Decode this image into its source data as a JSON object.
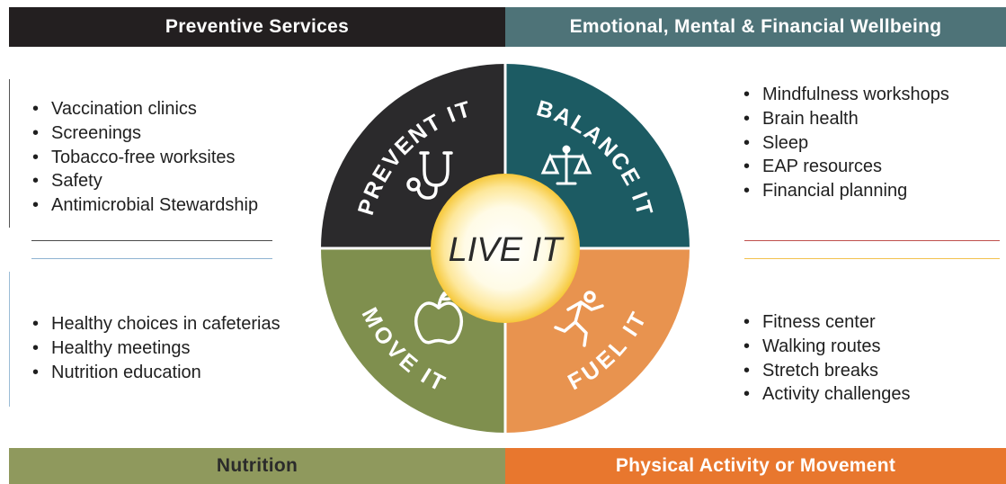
{
  "banners": {
    "preventive": "Preventive Services",
    "emotional": "Emotional, Mental & Financial Wellbeing",
    "nutrition": "Nutrition",
    "physical": "Physical Activity or Movement"
  },
  "wheel": {
    "center": "LIVE IT",
    "quadrants": [
      {
        "label": "PREVENT IT",
        "icon": "stethoscope-icon",
        "color": "#2b2a2c"
      },
      {
        "label": "BALANCE IT",
        "icon": "scales-icon",
        "color": "#1c5b63"
      },
      {
        "label": "FUEL IT",
        "icon": "apple-icon",
        "color": "#7f8f4e"
      },
      {
        "label": "MOVE IT",
        "icon": "runner-icon",
        "color": "#e8934f"
      }
    ]
  },
  "lists": {
    "preventive": [
      "Vaccination clinics",
      "Screenings",
      "Tobacco-free worksites",
      "Safety",
      "Antimicrobial Stewardship"
    ],
    "emotional": [
      "Mindfulness workshops",
      "Brain health",
      "Sleep",
      "EAP resources",
      "Financial planning"
    ],
    "nutrition": [
      "Healthy choices in cafeterias",
      "Healthy meetings",
      "Nutrition education"
    ],
    "physical": [
      "Fitness center",
      "Walking routes",
      "Stretch breaks",
      "Activity challenges"
    ]
  }
}
